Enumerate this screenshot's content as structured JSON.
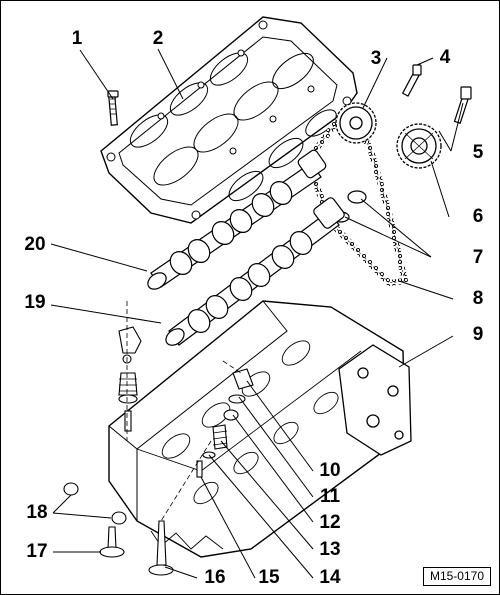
{
  "callouts": [
    "1",
    "2",
    "3",
    "4",
    "5",
    "6",
    "7",
    "8",
    "9",
    "10",
    "11",
    "12",
    "13",
    "14",
    "15",
    "16",
    "17",
    "18",
    "19",
    "20"
  ],
  "reference_code": "M15-0170"
}
